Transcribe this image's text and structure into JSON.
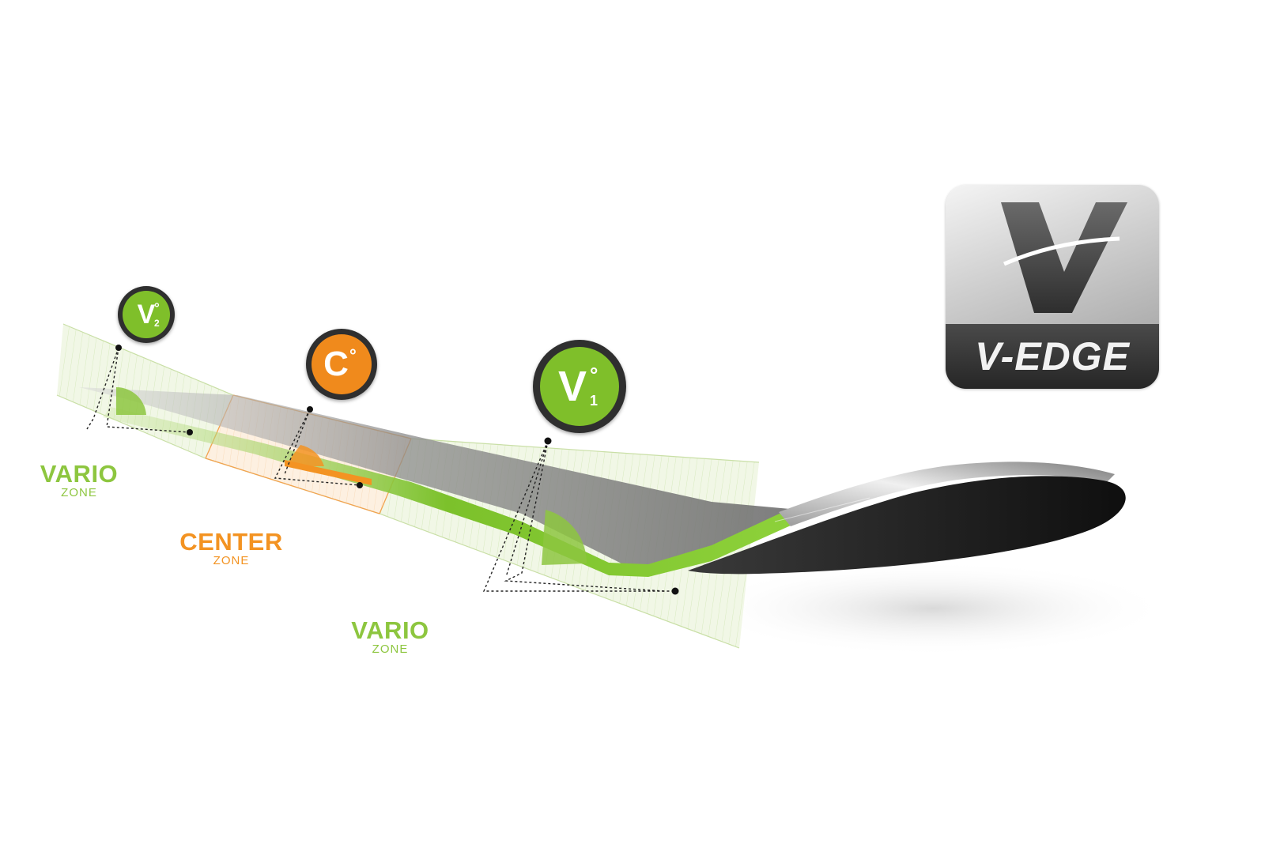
{
  "colors": {
    "vario_green": "#8dc63f",
    "center_orange": "#f39322",
    "badge_ring": "#2f2f2f",
    "ski_dark": "#1e1e1e",
    "logo_band": "#333333"
  },
  "badges": {
    "v2": {
      "letter": "V",
      "degree": "°",
      "subscript": "2",
      "color": "#7fbf2a"
    },
    "c": {
      "letter": "C",
      "degree": "°",
      "subscript": "",
      "color": "#f08a1c"
    },
    "v1": {
      "letter": "V",
      "degree": "°",
      "subscript": "1",
      "color": "#7fbf2a"
    }
  },
  "zones": {
    "vario_top": {
      "title": "VARIO",
      "subtitle": "ZONE"
    },
    "center": {
      "title": "CENTER",
      "subtitle": "ZONE"
    },
    "vario_bottom": {
      "title": "VARIO",
      "subtitle": "ZONE"
    }
  },
  "logo": {
    "mark": "V",
    "text": "V-EDGE",
    "icon": "v-edge-logo-icon"
  }
}
